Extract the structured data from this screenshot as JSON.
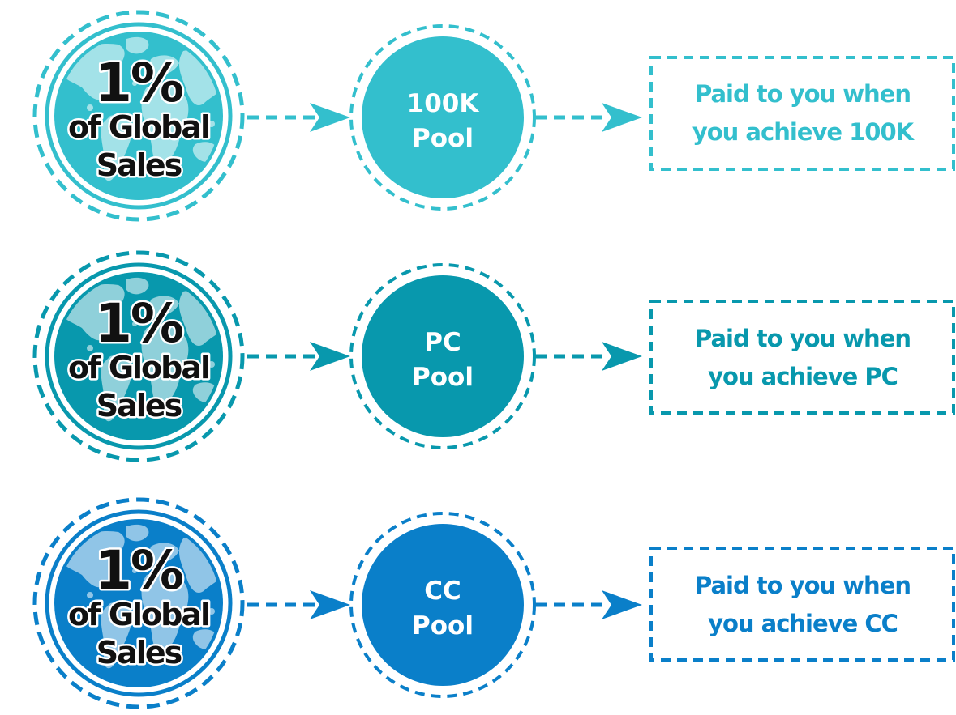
{
  "rows": [
    {
      "color": "#33bfcd",
      "globe": {
        "percent": "1%",
        "line2": "of Global",
        "line3": "Sales"
      },
      "pool": {
        "line1": "100K",
        "line2": "Pool"
      },
      "description": {
        "line1": "Paid to you when",
        "line2": "you achieve 100K"
      }
    },
    {
      "color": "#0898ad",
      "globe": {
        "percent": "1%",
        "line2": "of Global",
        "line3": "Sales"
      },
      "pool": {
        "line1": "PC",
        "line2": "Pool"
      },
      "description": {
        "line1": "Paid to you when",
        "line2": "you achieve PC"
      }
    },
    {
      "color": "#0a7fc9",
      "globe": {
        "percent": "1%",
        "line2": "of Global",
        "line3": "Sales"
      },
      "pool": {
        "line1": "CC",
        "line2": "Pool"
      },
      "description": {
        "line1": "Paid to you when",
        "line2": "you achieve CC"
      }
    }
  ]
}
